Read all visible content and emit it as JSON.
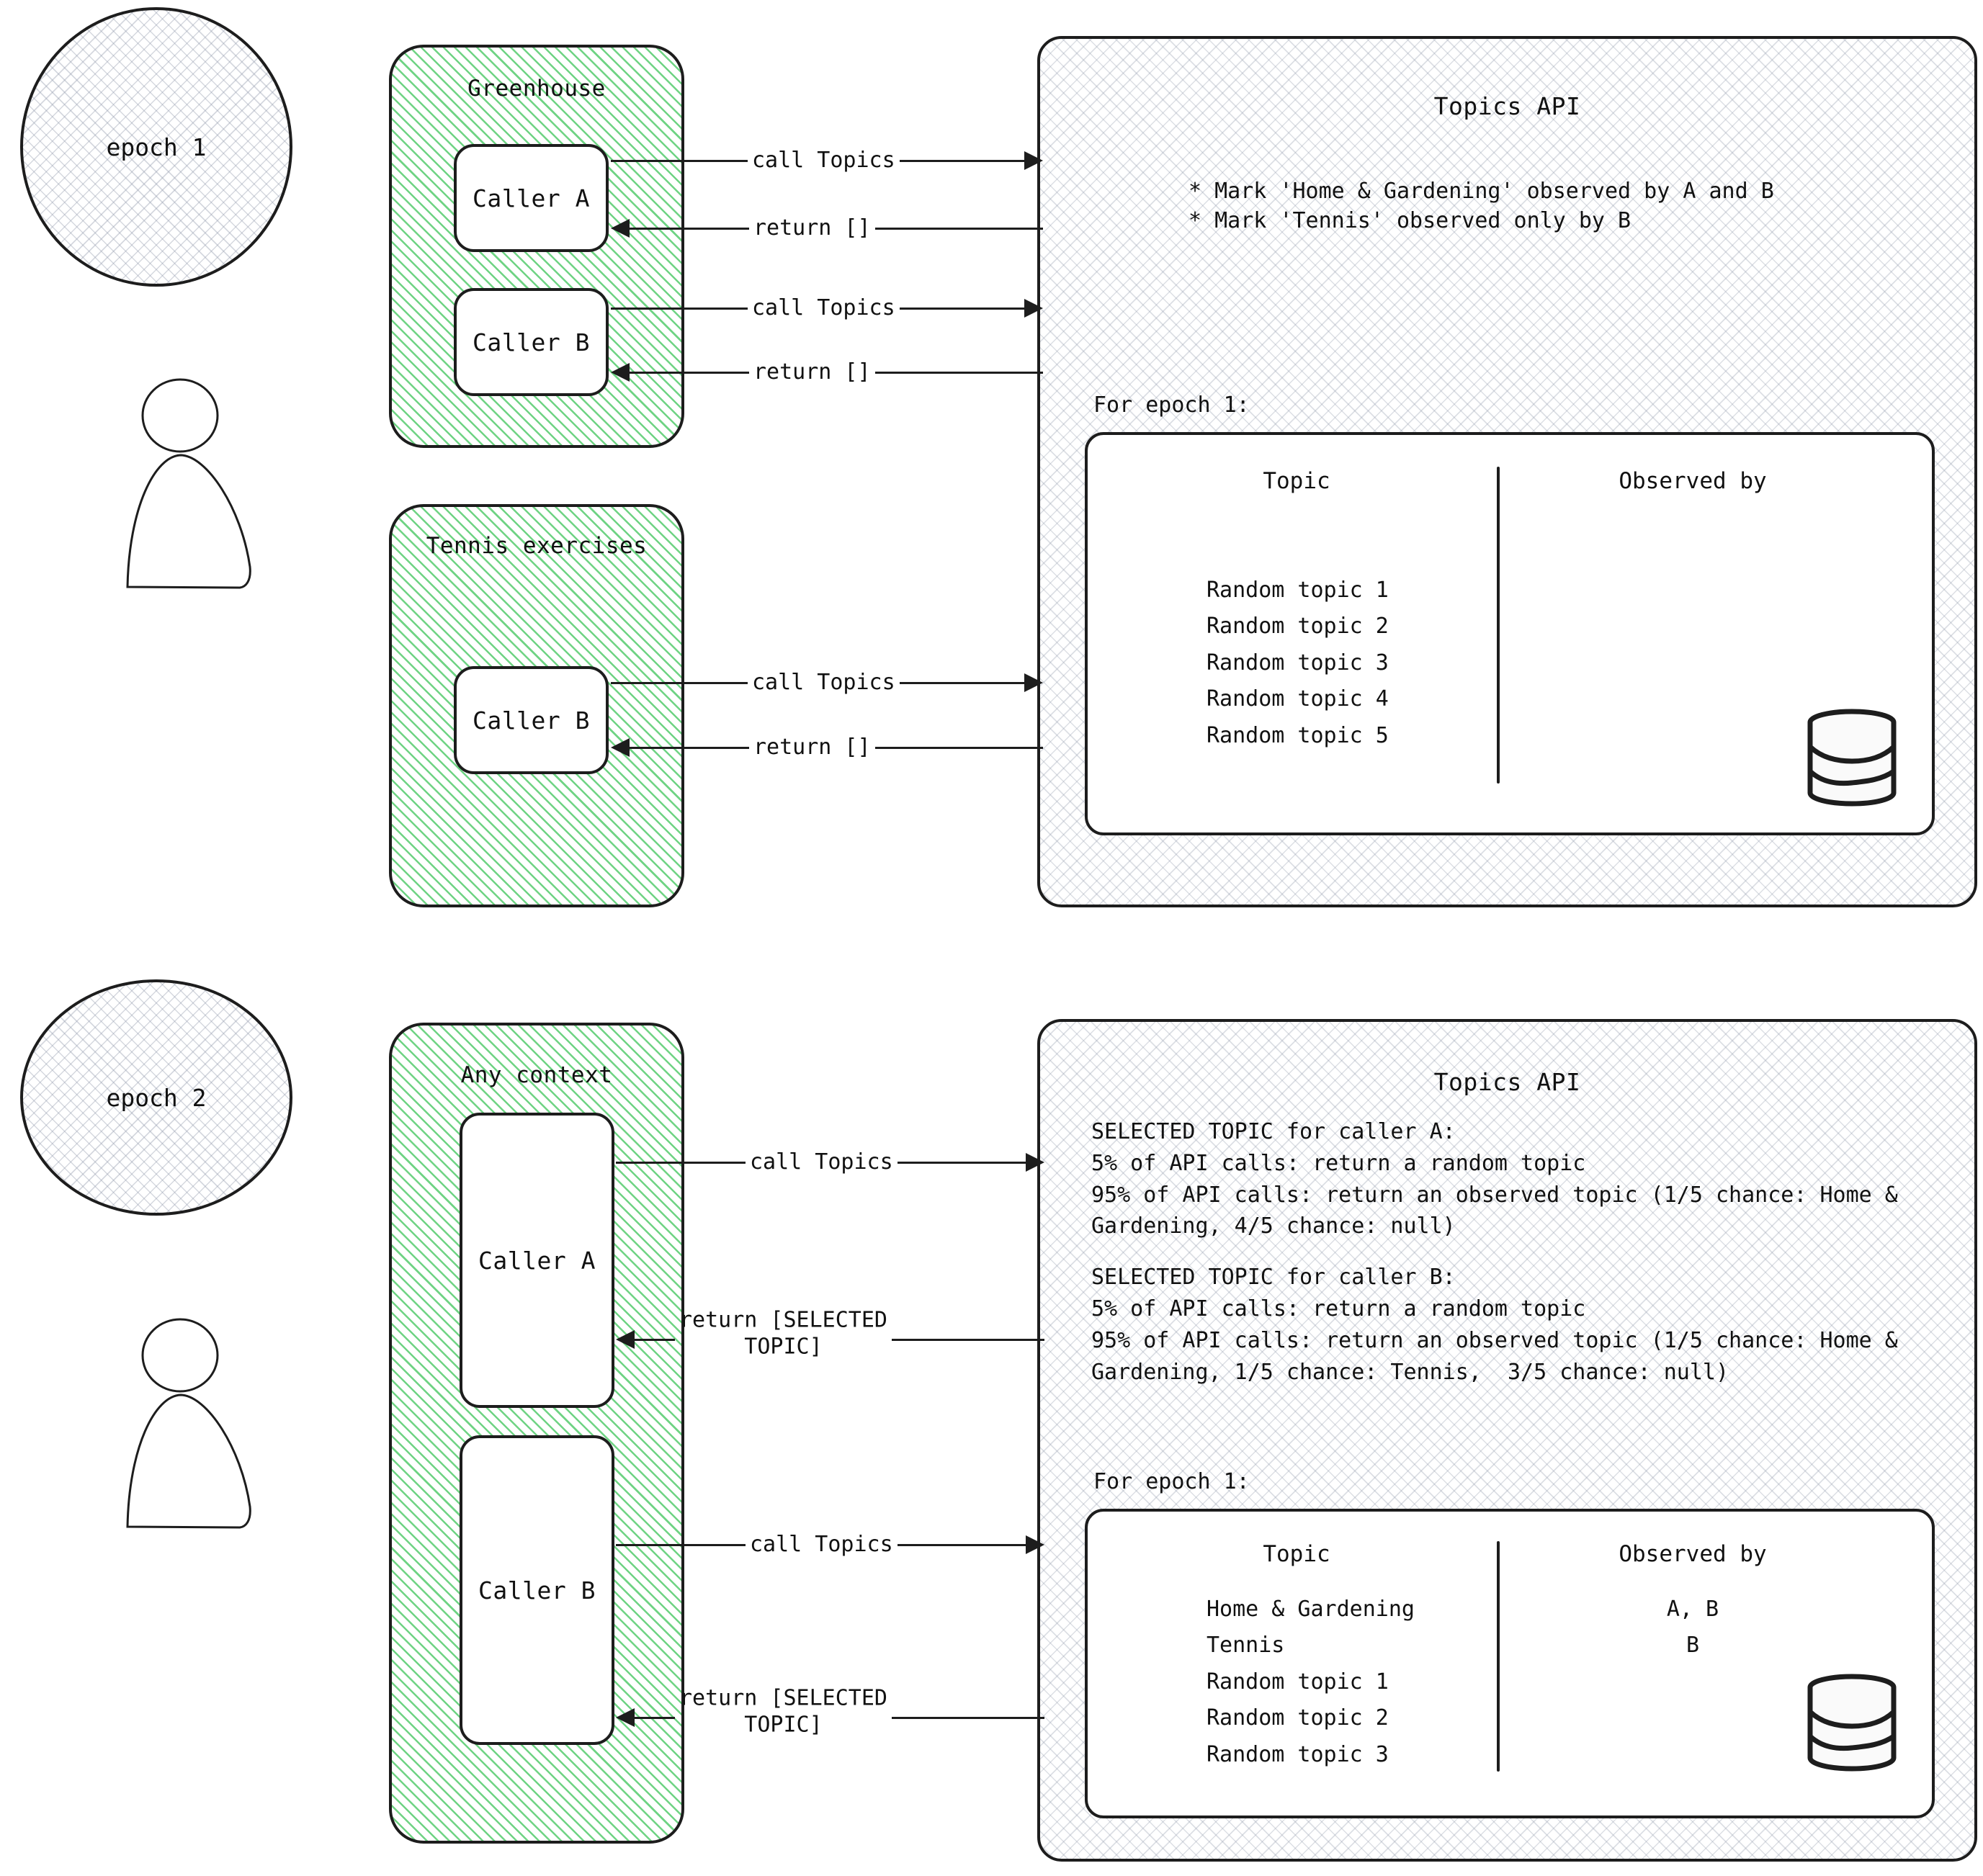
{
  "epochs": [
    {
      "label": "epoch 1",
      "contexts": [
        {
          "title": "Greenhouse",
          "callers": [
            "Caller A",
            "Caller B"
          ]
        },
        {
          "title": "Tennis exercises",
          "callers": [
            "Caller B"
          ]
        }
      ],
      "api": {
        "title": "Topics API",
        "bullets": [
          "* Mark 'Home & Gardening' observed by A and B",
          "* Mark 'Tennis' observed only by B"
        ],
        "for_epoch_label": "For epoch 1:",
        "table": {
          "columns": [
            "Topic",
            "Observed by"
          ],
          "rows": [
            {
              "topic": "Random topic 1",
              "observed_by": ""
            },
            {
              "topic": "Random topic 2",
              "observed_by": ""
            },
            {
              "topic": "Random topic 3",
              "observed_by": ""
            },
            {
              "topic": "Random topic 4",
              "observed_by": ""
            },
            {
              "topic": "Random topic 5",
              "observed_by": ""
            }
          ]
        },
        "db_icon": "database-cylinder-icon"
      },
      "arrows": [
        {
          "label": "call Topics",
          "direction": "right"
        },
        {
          "label": "return []",
          "direction": "left"
        },
        {
          "label": "call Topics",
          "direction": "right"
        },
        {
          "label": "return []",
          "direction": "left"
        },
        {
          "label": "call Topics",
          "direction": "right"
        },
        {
          "label": "return []",
          "direction": "left"
        }
      ]
    },
    {
      "label": "epoch 2",
      "contexts": [
        {
          "title": "Any context",
          "callers": [
            "Caller A",
            "Caller B"
          ]
        }
      ],
      "api": {
        "title": "Topics API",
        "paragraphs": [
          "SELECTED TOPIC for caller A:",
          "5% of API calls: return a random topic",
          "95% of API calls: return an observed topic (1/5 chance: Home & Gardening, 4/5 chance: null)",
          "",
          "SELECTED TOPIC for caller B:",
          "5% of API calls: return a random topic",
          "95% of API calls: return an observed topic (1/5 chance: Home & Gardening, 1/5 chance: Tennis,  3/5 chance: null)"
        ],
        "for_epoch_label": "For epoch 1:",
        "table": {
          "columns": [
            "Topic",
            "Observed by"
          ],
          "rows": [
            {
              "topic": "Home & Gardening",
              "observed_by": "A, B"
            },
            {
              "topic": "Tennis",
              "observed_by": "B"
            },
            {
              "topic": "Random topic 1",
              "observed_by": ""
            },
            {
              "topic": "Random topic 2",
              "observed_by": ""
            },
            {
              "topic": "Random topic 3",
              "observed_by": ""
            }
          ]
        },
        "db_icon": "database-cylinder-icon"
      },
      "arrows": [
        {
          "label": "call Topics",
          "direction": "right"
        },
        {
          "label": "return [SELECTED\nTOPIC]",
          "direction": "left"
        },
        {
          "label": "call Topics",
          "direction": "right"
        },
        {
          "label": "return [SELECTED\nTOPIC]",
          "direction": "left"
        }
      ]
    }
  ],
  "icons": {
    "actor": "user-actor-icon",
    "database": "database-cylinder-icon"
  },
  "colors": {
    "stroke": "#1d1d1d",
    "context_hatch": "#67d17d",
    "api_hatch": "#969eaf",
    "background": "#ffffff"
  }
}
